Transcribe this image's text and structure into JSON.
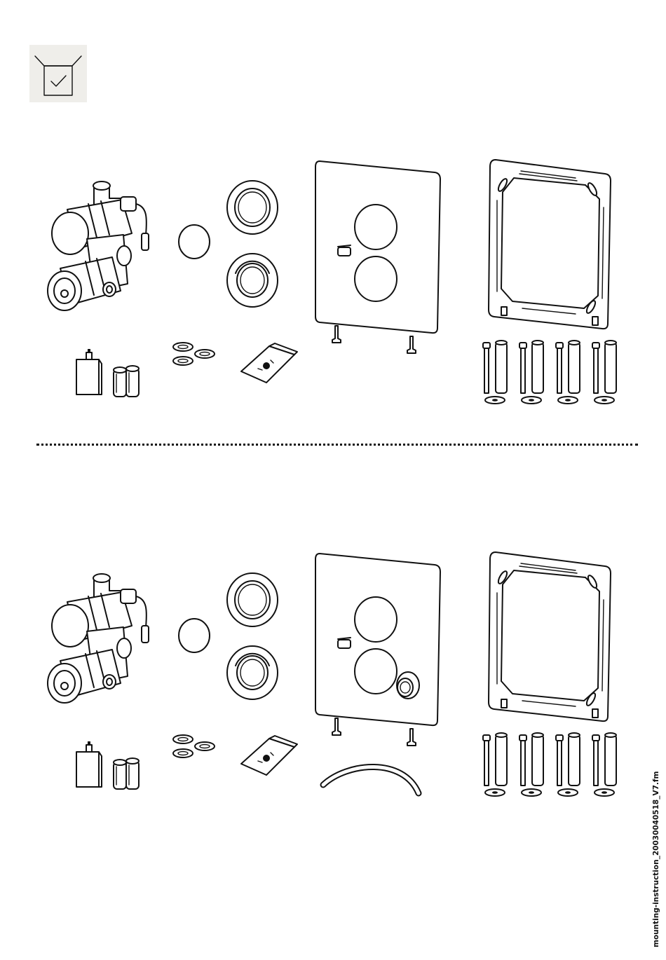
{
  "page": {
    "footer_reference": "mounting-instruction_20030040518_V7.fm"
  },
  "icons": {
    "scope_of_delivery": "box-check-icon"
  },
  "variants": [
    {
      "id": "variant-1",
      "includes_diverter_knob": false,
      "includes_hose": false
    },
    {
      "id": "variant-2",
      "includes_diverter_knob": true,
      "includes_hose": true
    }
  ]
}
